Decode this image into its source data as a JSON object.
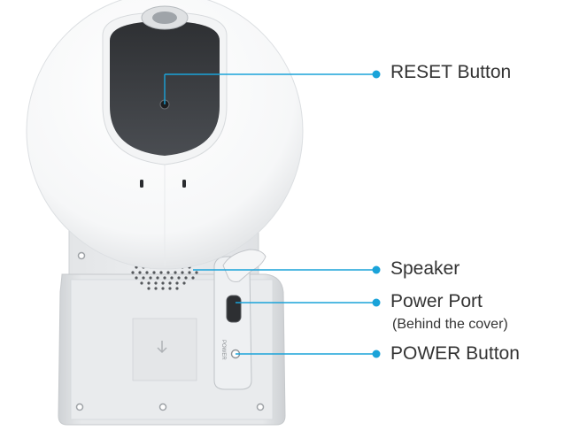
{
  "accent_color": "#1aa3d9",
  "callouts": {
    "reset": {
      "label": "RESET Button"
    },
    "speaker": {
      "label": "Speaker"
    },
    "power_port": {
      "label": "Power Port",
      "note": "(Behind the cover)"
    },
    "power_button": {
      "label": "POWER Button"
    }
  },
  "device": {
    "side_text": "POWER"
  }
}
